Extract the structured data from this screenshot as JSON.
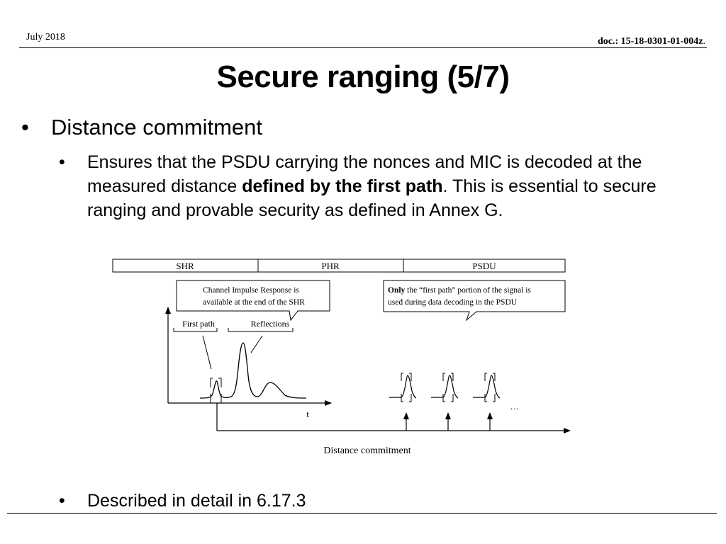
{
  "header": {
    "date": "July 2018",
    "doc": "doc.: 15-18-0301-01-004z",
    "doc_period": "."
  },
  "title": "Secure ranging (5/7)",
  "bullets": {
    "b1": "Distance commitment",
    "b2_pre": "Ensures that the PSDU carrying the nonces and MIC is decoded at the measured distance ",
    "b2_bold": "defined by the first path",
    "b2_post": ". This is essential to secure ranging and provable security as defined in Annex G.",
    "b3": "Described in detail in 6.17.3",
    "glyph": "•"
  },
  "diagram": {
    "frame_fields": [
      "SHR",
      "PHR",
      "PSDU"
    ],
    "callout_left": [
      "Channel Impulse Response is",
      "available at the end of the SHR"
    ],
    "callout_right_bold": "Only",
    "callout_right_line1": " the “first path” portion of the signal is",
    "callout_right_line2": "used during data decoding in the PSDU",
    "first_path_label": "First path",
    "reflections_label": "Reflections",
    "time_axis_label": "t",
    "ellipsis": "…",
    "bottom_label": "Distance commitment"
  }
}
